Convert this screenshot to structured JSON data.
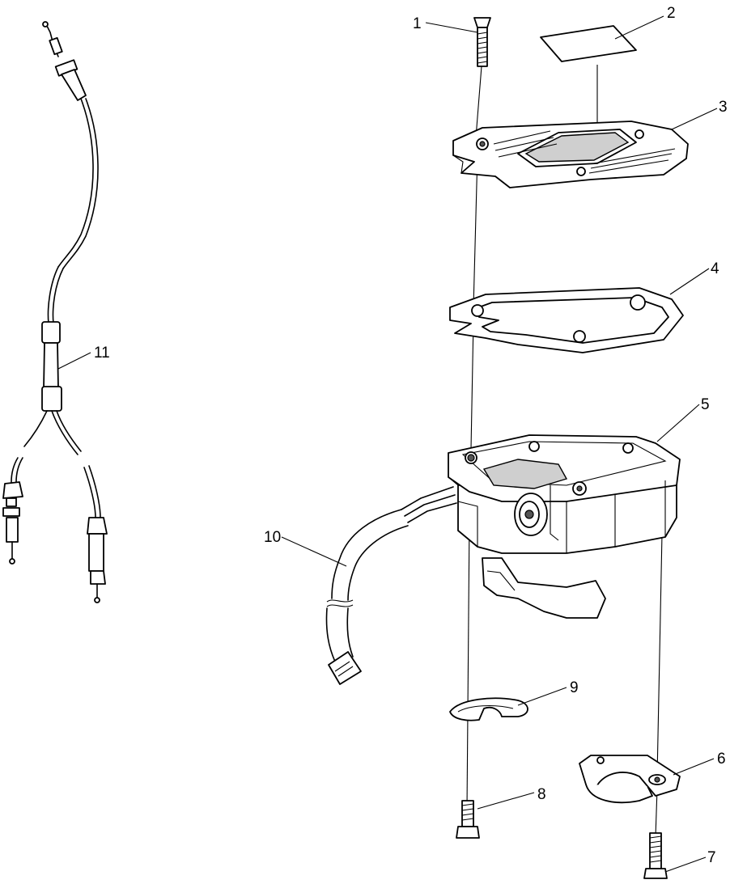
{
  "labels": [
    {
      "id": "screw-top",
      "text": "1"
    },
    {
      "id": "decal",
      "text": "2"
    },
    {
      "id": "cover-plate",
      "text": "3"
    },
    {
      "id": "gasket",
      "text": "4"
    },
    {
      "id": "housing",
      "text": "5"
    },
    {
      "id": "clamp",
      "text": "6"
    },
    {
      "id": "clamp-screw",
      "text": "7"
    },
    {
      "id": "bottom-screw",
      "text": "8"
    },
    {
      "id": "clip",
      "text": "9"
    },
    {
      "id": "wire-harness",
      "text": "10"
    },
    {
      "id": "throttle-cable",
      "text": "11"
    }
  ]
}
